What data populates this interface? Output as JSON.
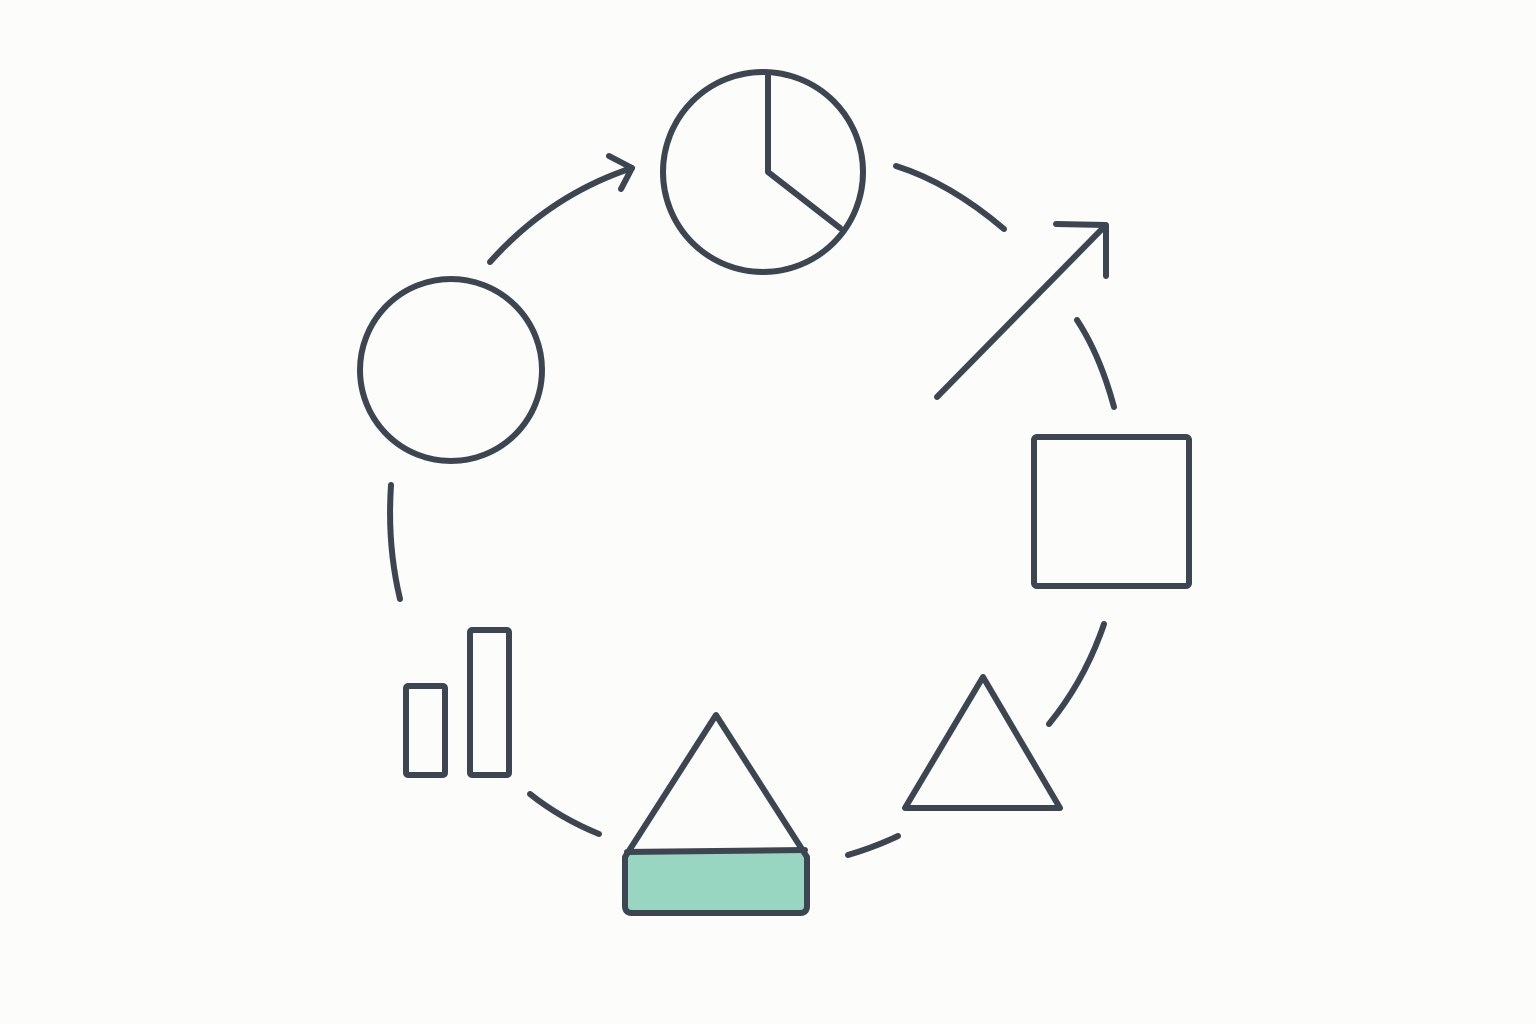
{
  "diagram": {
    "type": "cycle",
    "colors": {
      "background": "#fcfcfa",
      "stroke": "#3d4550",
      "green_fill": "#98d6c2",
      "blue_fill": "#a8d6ea"
    },
    "nodes": [
      {
        "id": "circle",
        "icon": "circle-icon",
        "fill": "none"
      },
      {
        "id": "pie",
        "icon": "pie-chart-icon",
        "fill": "none"
      },
      {
        "id": "trend",
        "icon": "diagonal-arrow-icon",
        "fill": "none"
      },
      {
        "id": "square",
        "icon": "square-icon",
        "fill": "none"
      },
      {
        "id": "triangle",
        "icon": "triangle-icon",
        "fill": "blue_fill"
      },
      {
        "id": "house",
        "icon": "pentagon-house-icon",
        "fill": "green_fill"
      },
      {
        "id": "bars",
        "icon": "bar-chart-icon",
        "fill": "none"
      }
    ],
    "connectors": [
      {
        "from": "circle",
        "to": "pie",
        "style": "curved-arrow"
      },
      {
        "from": "pie",
        "to": "trend",
        "style": "curved-dash"
      },
      {
        "from": "trend",
        "to": "square",
        "style": "curved-dash"
      },
      {
        "from": "square",
        "to": "triangle",
        "style": "curved-dash"
      },
      {
        "from": "triangle",
        "to": "house",
        "style": "curved-dash"
      },
      {
        "from": "house",
        "to": "bars",
        "style": "curved-dash"
      },
      {
        "from": "bars",
        "to": "circle",
        "style": "curved-dash"
      }
    ]
  }
}
